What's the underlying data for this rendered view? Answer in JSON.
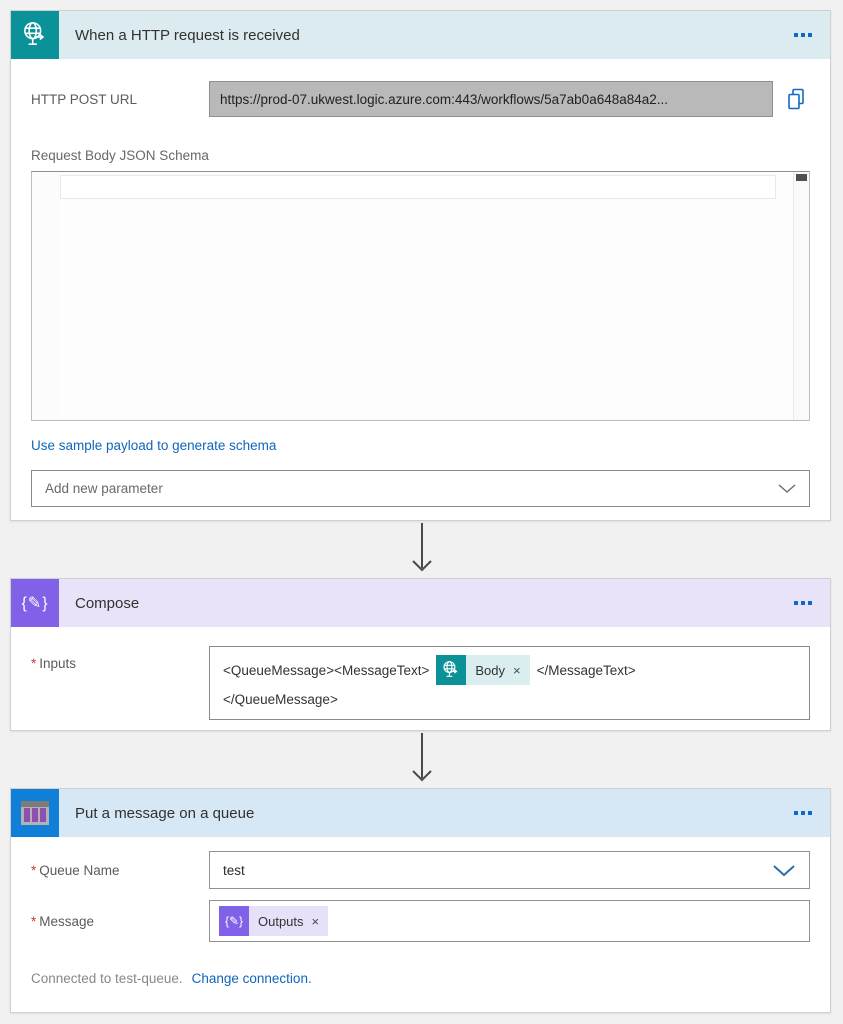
{
  "trigger": {
    "title": "When a HTTP request is received",
    "url_label": "HTTP POST URL",
    "url_value": "https://prod-07.ukwest.logic.azure.com:443/workflows/5a7ab0a648a84a2...",
    "schema_label": "Request Body JSON Schema",
    "schema_value": "",
    "sample_link": "Use sample payload to generate schema",
    "add_param_placeholder": "Add new parameter"
  },
  "compose": {
    "title": "Compose",
    "required_marker": "*",
    "inputs_label": "Inputs",
    "inputs_text_before": "<QueueMessage><MessageText>",
    "body_token_label": "Body",
    "token_remove": "×",
    "inputs_text_after": "</MessageText>",
    "inputs_text_line2": "</QueueMessage>"
  },
  "queue": {
    "title": "Put a message on a queue",
    "required_marker": "*",
    "queue_name_label": "Queue Name",
    "queue_name_value": "test",
    "message_label": "Message",
    "outputs_token_label": "Outputs",
    "token_remove": "×",
    "connected_text": "Connected to test-queue.",
    "change_link": "Change connection."
  },
  "icons": {
    "compose_glyph": "{✎}"
  },
  "colors": {
    "page_bg": "#f1f1f1",
    "trigger_accent": "#0b9298",
    "trigger_header_bg": "#dcebf0",
    "compose_accent": "#8061e8",
    "compose_header_bg": "#e8e3f9",
    "queue_accent": "#0f7fd8",
    "queue_header_bg": "#d6e8f6",
    "link_blue": "#1066bb",
    "menu_dot_blue": "#1069c9",
    "url_field_bg": "#b9b9b9",
    "body_token_bg": "#daeef0",
    "outputs_token_bg": "#e7e0f9",
    "arrow_gray": "#4a4a4a",
    "required_red": "#d13438"
  }
}
